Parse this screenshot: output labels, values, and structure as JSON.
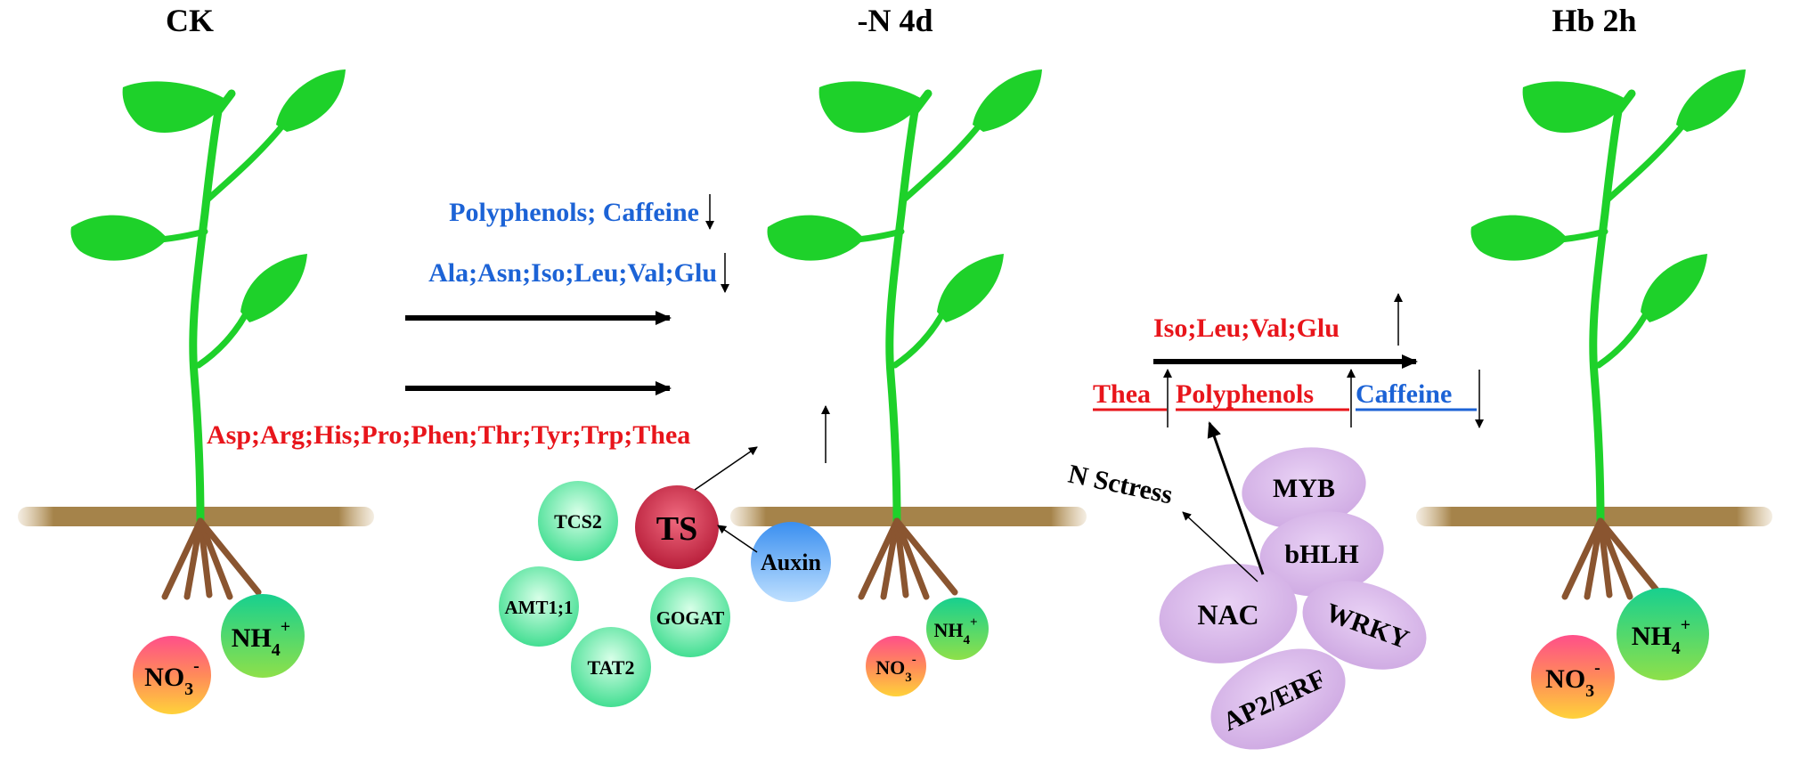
{
  "panels": {
    "ck": "CK",
    "minus_n": "-N 4d",
    "hb": "Hb 2h"
  },
  "ions": {
    "no3_base": "NO",
    "no3_sub": "3",
    "no3_sup": "-",
    "nh4_base": "NH",
    "nh4_sub": "4",
    "nh4_sup": "+"
  },
  "ck_to_n": {
    "decreased_1": "Polyphenols; Caffeine",
    "decreased_2": "Ala;Asn;Iso;Leu;Val;Glu",
    "increased": "Asp;Arg;His;Pro;Phen;Thr;Tyr;Trp;Thea"
  },
  "genes": {
    "tcs2": "TCS2",
    "ts": "TS",
    "auxin": "Auxin",
    "amt": "AMT1;1",
    "gogat": "GOGAT",
    "tat2": "TAT2"
  },
  "n_to_hb": {
    "increased_aa": "Iso;Leu;Val;Glu",
    "thea": "Thea",
    "polyphenols": "Polyphenols",
    "caffeine": "Caffeine",
    "stress": "N Sctress"
  },
  "tfs": {
    "myb": "MYB",
    "bhlh": "bHLH",
    "nac": "NAC",
    "wrky": "WRKY",
    "ap2": "AP2/ERF"
  },
  "colors": {
    "red": "#e8151b",
    "blue": "#1c63d6",
    "leaf": "#1ed12a",
    "root": "#8a5530",
    "soil": "#a07a40",
    "tf": "#d9b3ea",
    "gene": "#4be39a",
    "ts": "#c0243d",
    "auxin": "#4a9df2"
  }
}
